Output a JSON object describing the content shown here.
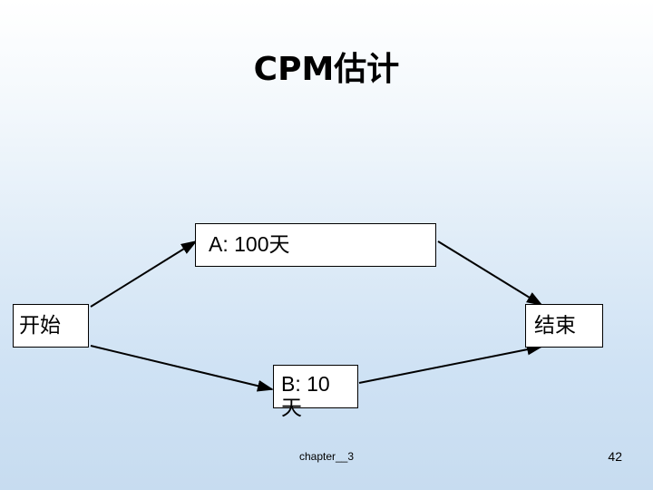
{
  "slide": {
    "title": "CPM估计",
    "nodes": {
      "start": "开始",
      "end": "结束",
      "task_a": "A: 100天",
      "task_b_line1": "B: 10",
      "task_b_line2": "天"
    },
    "footer": {
      "label": "chapter__3",
      "page_number": "42"
    },
    "colors": {
      "background_top": "#ffffff",
      "background_bottom": "#c7dcf0",
      "node_fill": "#ffffff",
      "node_border": "#000000",
      "text": "#000000"
    }
  }
}
